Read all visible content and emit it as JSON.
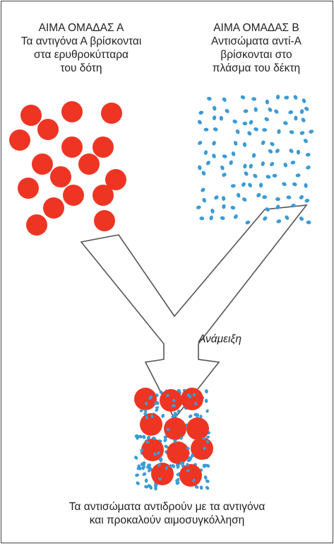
{
  "donor": {
    "lines": [
      "ΑΙΜΑ ΟΜΑΔΑΣ Α",
      "Τα αντιγόνα Α βρίσκονται",
      "στα ερυθροκύτταρα",
      "του δότη"
    ]
  },
  "recipient": {
    "lines": [
      "ΑΙΜΑ ΟΜΑΔΑΣ Β",
      "Αντισώματα αντί-Α",
      "βρίσκονται στο",
      "πλάσμα του δέκτη"
    ]
  },
  "mix_label": "Ανάμειξη",
  "result": {
    "lines": [
      "Τα αντισώματα αντιδρούν με τα αντιγόνα",
      "και προκαλούν αιμοσυγκόλληση"
    ]
  },
  "colors": {
    "red_cell": "#ee3524",
    "antibody": "#3a9bd5",
    "arrow_stroke": "#555555",
    "frame": "#444444"
  }
}
